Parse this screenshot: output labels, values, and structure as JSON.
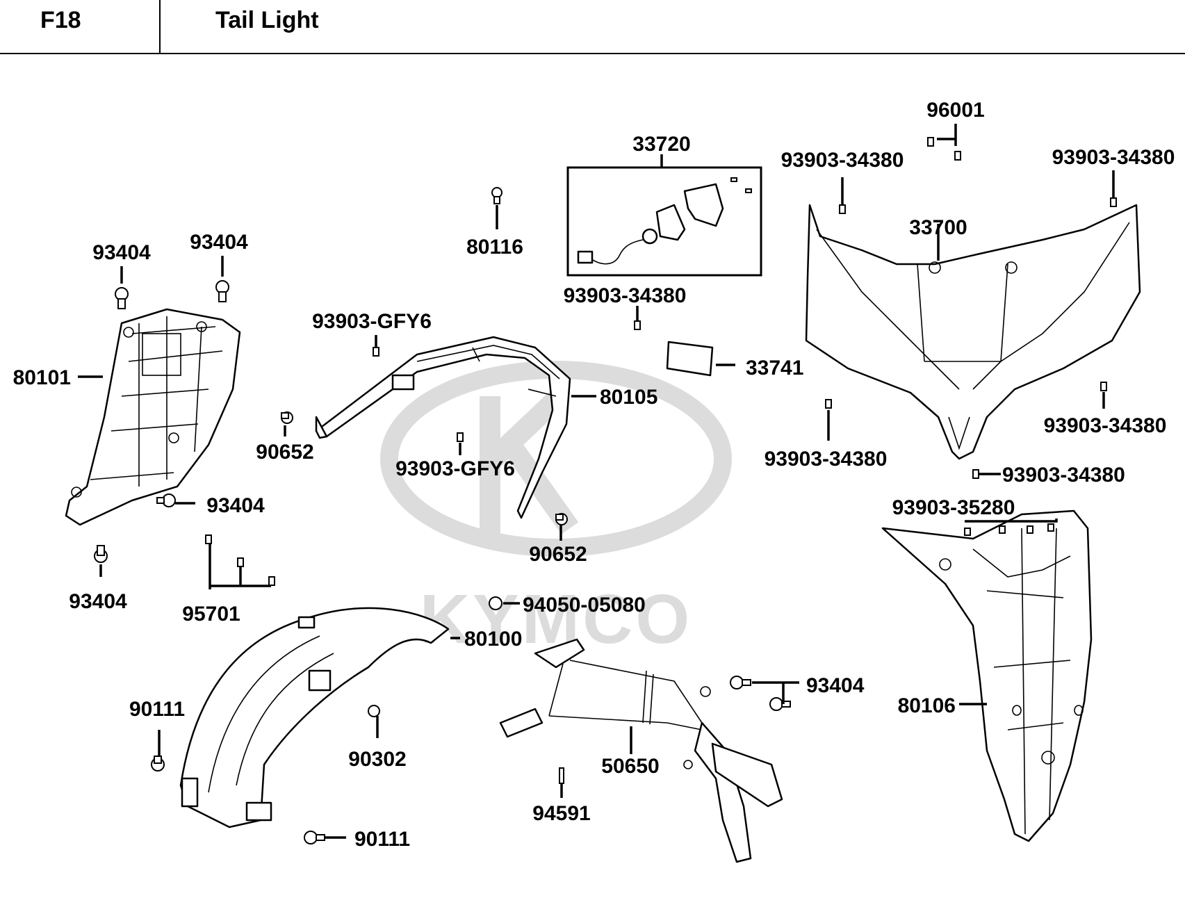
{
  "header": {
    "code": "F18",
    "title": "Tail Light"
  },
  "watermark": {
    "text": "KYMCO",
    "color": "#d9d9d9"
  },
  "labels": [
    {
      "id": "96001",
      "text": "96001"
    },
    {
      "id": "33720",
      "text": "33720"
    },
    {
      "id": "93903-34380-a",
      "text": "93903-34380"
    },
    {
      "id": "93903-34380-b",
      "text": "93903-34380"
    },
    {
      "id": "33700",
      "text": "33700"
    },
    {
      "id": "80116",
      "text": "80116"
    },
    {
      "id": "93404-a",
      "text": "93404"
    },
    {
      "id": "93404-b",
      "text": "93404"
    },
    {
      "id": "93903-34380-c",
      "text": "93903-34380"
    },
    {
      "id": "93903-GFY6-a",
      "text": "93903-GFY6"
    },
    {
      "id": "80101",
      "text": "80101"
    },
    {
      "id": "33741",
      "text": "33741"
    },
    {
      "id": "80105",
      "text": "80105"
    },
    {
      "id": "93903-34380-d",
      "text": "93903-34380"
    },
    {
      "id": "90652-a",
      "text": "90652"
    },
    {
      "id": "93903-34380-e",
      "text": "93903-34380"
    },
    {
      "id": "93903-GFY6-b",
      "text": "93903-GFY6"
    },
    {
      "id": "93903-34380-f",
      "text": "93903-34380"
    },
    {
      "id": "93404-c",
      "text": "93404"
    },
    {
      "id": "93903-35280",
      "text": "93903-35280"
    },
    {
      "id": "90652-b",
      "text": "90652"
    },
    {
      "id": "93404-d",
      "text": "93404"
    },
    {
      "id": "94050-05080",
      "text": "94050-05080"
    },
    {
      "id": "95701",
      "text": "95701"
    },
    {
      "id": "80100",
      "text": "80100"
    },
    {
      "id": "93404-e",
      "text": "93404"
    },
    {
      "id": "90111-a",
      "text": "90111"
    },
    {
      "id": "80106",
      "text": "80106"
    },
    {
      "id": "90302",
      "text": "90302"
    },
    {
      "id": "50650",
      "text": "50650"
    },
    {
      "id": "94591",
      "text": "94591"
    },
    {
      "id": "90111-b",
      "text": "90111"
    }
  ]
}
